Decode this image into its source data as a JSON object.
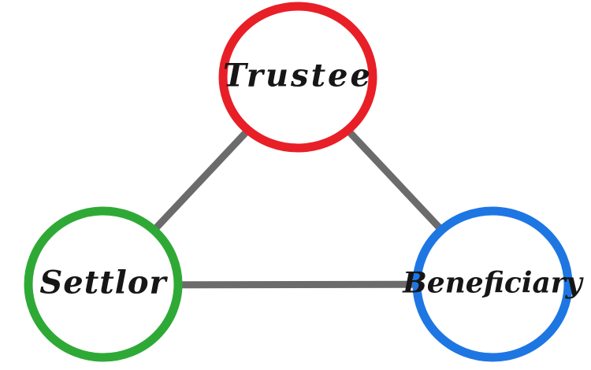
{
  "diagram": {
    "type": "node-link",
    "background_color": "#ffffff",
    "text_color": "#161616",
    "line_color": "#6b6b6b",
    "nodes": {
      "trustee": {
        "label": "Trustee",
        "ring_color": "#e81f27",
        "fill_color": "#ffffff",
        "position": "top-center"
      },
      "settlor": {
        "label": "Settlor",
        "ring_color": "#2fa936",
        "fill_color": "#ffffff",
        "position": "bottom-left"
      },
      "beneficiary": {
        "label": "Beneficiary",
        "ring_color": "#1e76e3",
        "fill_color": "#ffffff",
        "position": "bottom-right"
      }
    },
    "edges": [
      {
        "from": "Settlor",
        "to": "Trustee"
      },
      {
        "from": "Trustee",
        "to": "Beneficiary"
      },
      {
        "from": "Settlor",
        "to": "Beneficiary"
      }
    ]
  }
}
